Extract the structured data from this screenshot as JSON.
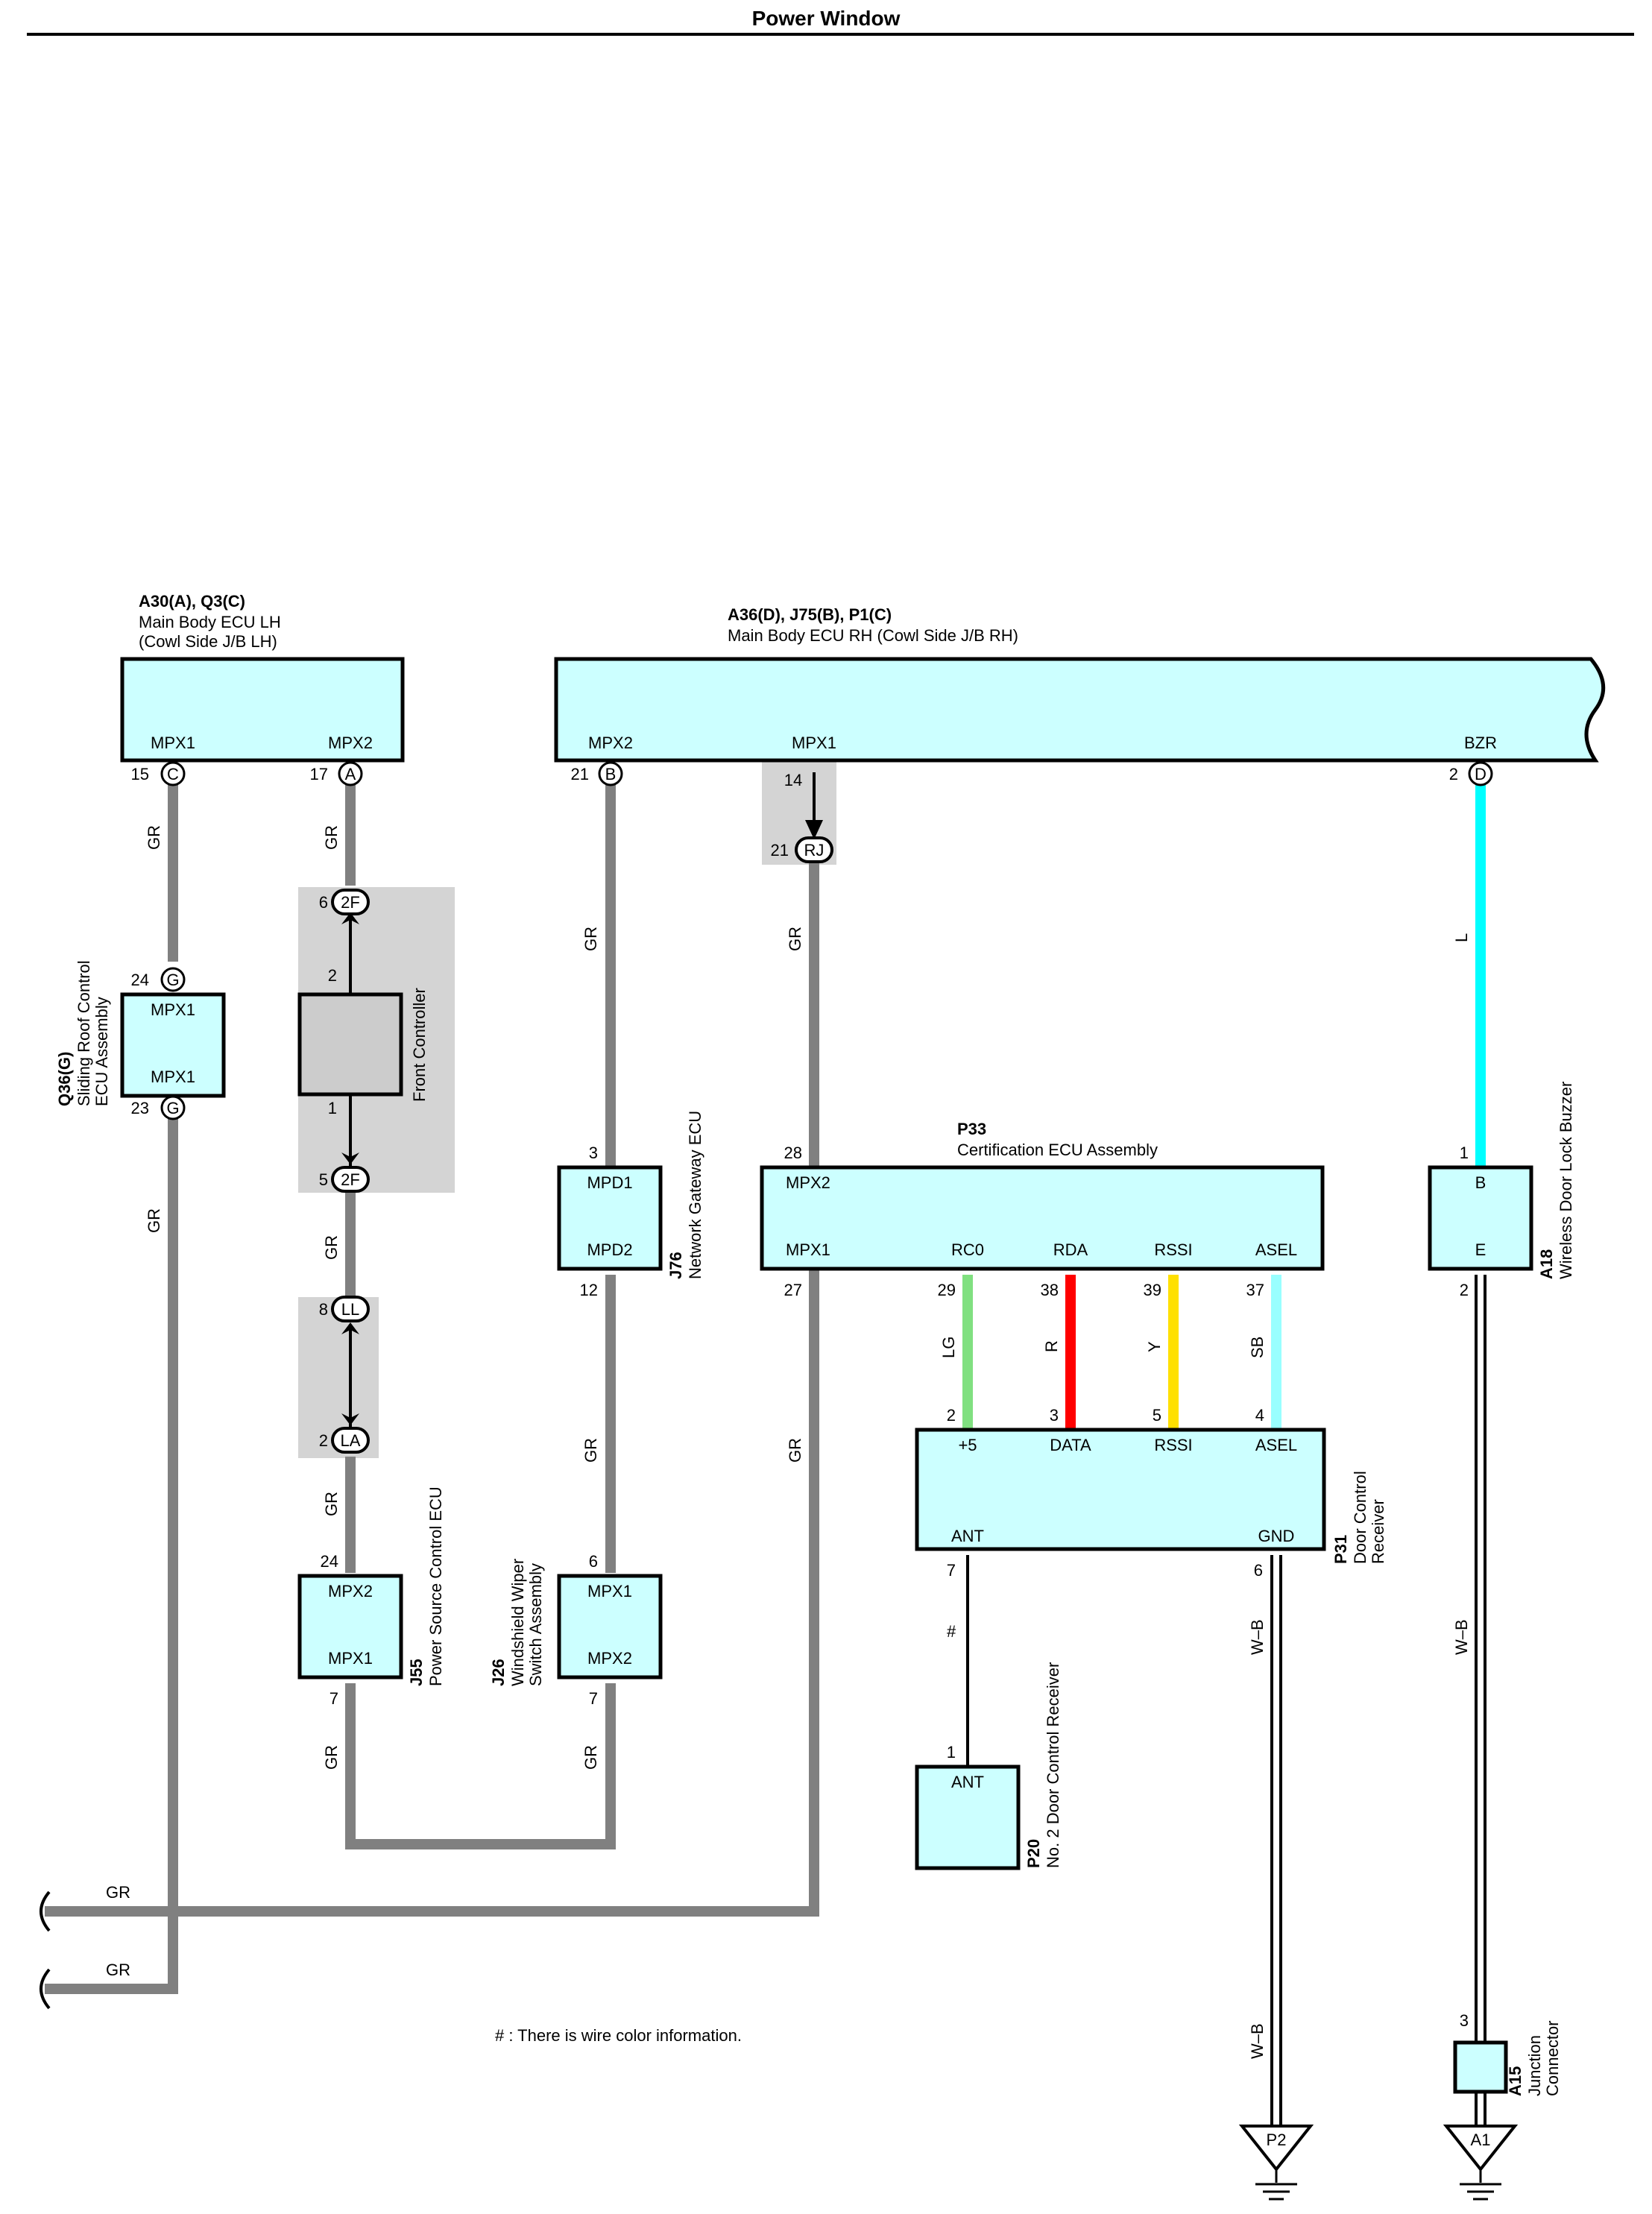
{
  "page": {
    "title": "Power Window"
  },
  "ecu_lh": {
    "codes": "A30(A), Q3(C)",
    "name1": "Main Body ECU LH",
    "name2": "(Cowl Side J/B LH)",
    "mpx1": "MPX1",
    "mpx2": "MPX2",
    "pin_mpx1": "15",
    "conn_mpx1": "C",
    "pin_mpx2": "17",
    "conn_mpx2": "A"
  },
  "ecu_rh": {
    "codes": "A36(D), J75(B), P1(C)",
    "name": "Main Body ECU RH (Cowl Side J/B RH)",
    "mpx2": "MPX2",
    "mpx1": "MPX1",
    "bzr": "BZR",
    "pin_mpx2": "21",
    "conn_mpx2": "B",
    "pin_mpx1": "14",
    "pin_bzr": "2",
    "conn_bzr": "D"
  },
  "sliding_roof": {
    "code": "Q36(G)",
    "name1": "Sliding Roof Control",
    "name2": "ECU Assembly",
    "top": "MPX1",
    "bottom": "MPX1",
    "pin_top": "24",
    "pin_bottom": "23",
    "conn": "G"
  },
  "front_controller": {
    "name": "Front Controller",
    "pin_top": "2",
    "pin_bottom": "1",
    "jc_top_pin": "6",
    "jc_top": "2F",
    "jc_bottom_pin": "5",
    "jc_bottom": "2F"
  },
  "ll_la": {
    "pin_ll": "8",
    "ll": "LL",
    "pin_la": "2",
    "la": "LA"
  },
  "rj": {
    "pin": "21",
    "label": "RJ"
  },
  "power_source": {
    "code": "J55",
    "name": "Power Source Control ECU",
    "top": "MPX2",
    "bottom": "MPX1",
    "pin_top": "24",
    "pin_bottom": "7"
  },
  "gateway": {
    "code": "J76",
    "name": "Network Gateway ECU",
    "top": "MPD1",
    "bottom": "MPD2",
    "pin_top": "3",
    "pin_bottom": "12"
  },
  "wiper_switch": {
    "code": "J26",
    "name1": "Windshield Wiper",
    "name2": "Switch Assembly",
    "top": "MPX1",
    "bottom": "MPX2",
    "pin_top": "6",
    "pin_bottom": "7"
  },
  "cert_ecu": {
    "code": "P33",
    "name": "Certification ECU Assembly",
    "mpx2": "MPX2",
    "mpx1": "MPX1",
    "rc0": "RC0",
    "rda": "RDA",
    "rssi": "RSSI",
    "asel": "ASEL",
    "pin_mpx2": "28",
    "pin_mpx1": "27",
    "pin_rc0": "29",
    "pin_rda": "38",
    "pin_rssi": "39",
    "pin_asel": "37"
  },
  "door_receiver": {
    "code": "P31",
    "name1": "Door Control",
    "name2": "Receiver",
    "p5": "+5",
    "data": "DATA",
    "rssi": "RSSI",
    "asel": "ASEL",
    "ant": "ANT",
    "gnd": "GND",
    "pin_p5": "2",
    "pin_data": "3",
    "pin_rssi": "5",
    "pin_asel": "4",
    "pin_ant": "7",
    "pin_gnd": "6"
  },
  "door_receiver2": {
    "code": "P20",
    "name": "No. 2 Door Control Receiver",
    "ant": "ANT",
    "pin": "1"
  },
  "buzzer": {
    "code": "A18",
    "name": "Wireless Door Lock Buzzer",
    "b": "B",
    "e": "E",
    "pin_b": "1",
    "pin_e": "2"
  },
  "junction": {
    "code": "A15",
    "name1": "Junction",
    "name2": "Connector",
    "pin": "3"
  },
  "grounds": {
    "p2": "P2",
    "a1": "A1"
  },
  "wires": {
    "gr": "GR",
    "l": "L",
    "lg": "LG",
    "r": "R",
    "y": "Y",
    "sb": "SB",
    "wb": "W–B",
    "hash": "#"
  },
  "note": "# : There is wire color information.",
  "colors": {
    "gr": "#808080",
    "l": "#00ffff",
    "lg": "#80e080",
    "r": "#ff0000",
    "y": "#ffe000",
    "sb": "#99ffff",
    "box": "#ccffff",
    "shade": "#d4d4d4"
  }
}
